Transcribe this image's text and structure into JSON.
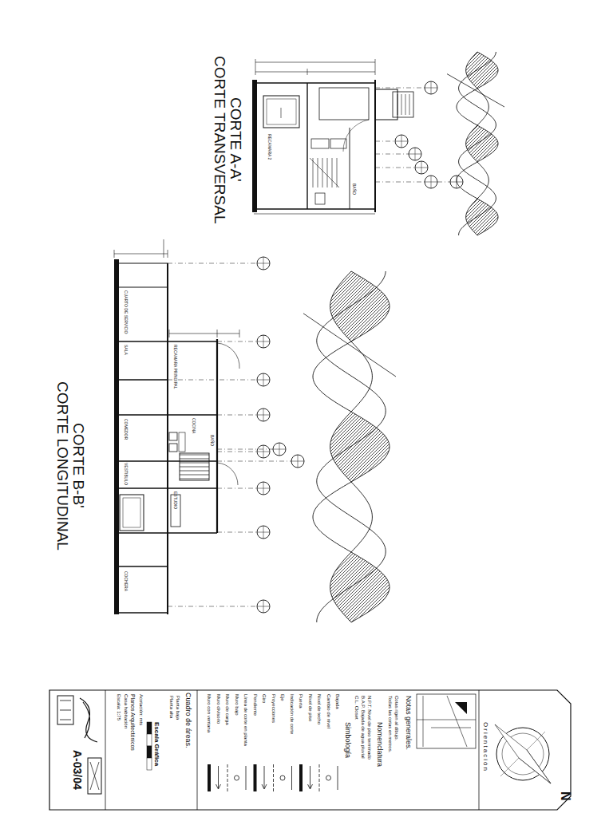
{
  "diagram": {
    "labels": [
      "CORTE A-A'",
      "CORTE TRANSVERSAL",
      "CORTE B-B'",
      "CORTE LONGITUDINAL",
      "RECAMARA 2",
      "BAÑO",
      "CUARTO DE SERVICIO",
      "SALA",
      "COMEDOR",
      "VESTIBULO",
      "COCHERA",
      "RECAMARA PRINCIPAL",
      "COCINA",
      "BAÑO",
      "ESTUDIO",
      "Orientación",
      "N",
      "Notas generales.",
      "Cotas rigen al dibujo.",
      "Todas las cotas en metros.",
      "Nomenclatura",
      "N.P.T. Nivel de piso terminado",
      "B.A.P. Bajada de agua pluvial",
      "C.L. Closet",
      "Simbología",
      "Bajada",
      "Cambio de nivel",
      "Nivel de techo",
      "Nivel de piso",
      "Puerta",
      "Indicación de corte",
      "Eje",
      "Proyecciones",
      "Giro",
      "Pendiente",
      "Línea de corte en planta",
      "Muro bajo",
      "Muro de carga",
      "Muro divisorio",
      "Muro con ventana",
      "Cuadro de áreas.",
      "Planta baja",
      "Planta alta",
      "Escala Gráfica",
      "Acotación: mts",
      "Planos Arquitectónicos",
      "Casa habitación",
      "Escala: 1:75",
      "A-03/04"
    ]
  }
}
